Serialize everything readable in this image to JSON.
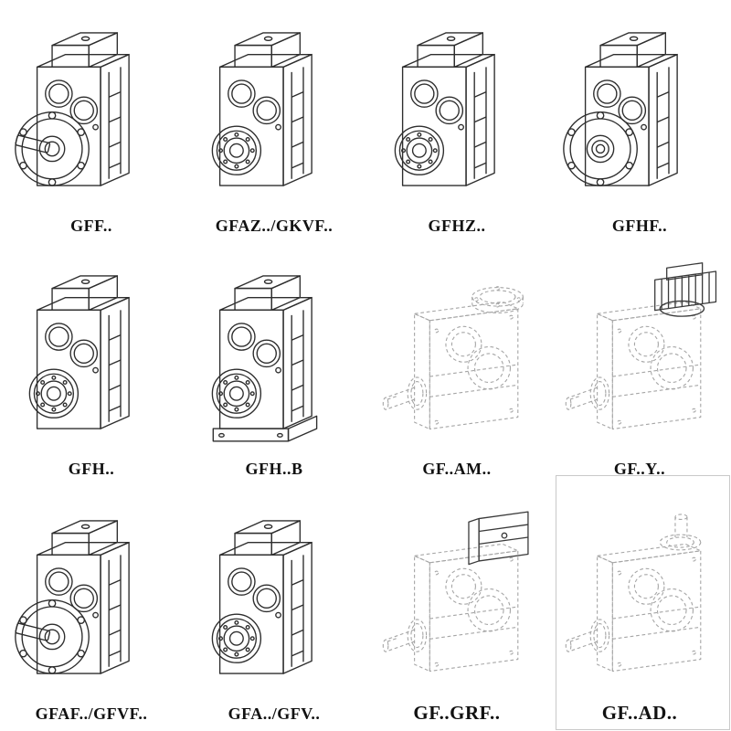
{
  "page": {
    "background": "#ffffff",
    "solid_line_color": "#2e2e2e",
    "phantom_line_color": "#a6a6a6",
    "highlight_box_color": "#c9c9c9"
  },
  "cells": [
    {
      "label": "GFF..",
      "drawing": "helical-gearbox-output-flange-solid-shaft"
    },
    {
      "label": "GFAZ../GKVF..",
      "drawing": "helical-gearbox-hollow-shaft"
    },
    {
      "label": "GFHZ..",
      "drawing": "helical-gearbox-hollow-shaft-shrink-disc"
    },
    {
      "label": "GFHF..",
      "drawing": "helical-gearbox-flange-hollow-shaft"
    },
    {
      "label": "GFH..",
      "drawing": "helical-gearbox-hollow-shaft"
    },
    {
      "label": "GFH..B",
      "drawing": "helical-gearbox-foot-mounted"
    },
    {
      "label": "GF..AM..",
      "drawing": "phantom-gearbox-iec-motor-flange"
    },
    {
      "label": "GF..Y..",
      "drawing": "phantom-gearbox-with-motor"
    },
    {
      "label": "GFAF../GFVF..",
      "drawing": "helical-gearbox-output-flange-solid-shaft"
    },
    {
      "label": "GFA../GFV..",
      "drawing": "helical-gearbox-hollow-shaft"
    },
    {
      "label": "GF..GRF..",
      "drawing": "phantom-gearbox-with-adapter-box"
    },
    {
      "label": "GF..AD..",
      "drawing": "phantom-gearbox-input-shaft-adapter"
    }
  ]
}
